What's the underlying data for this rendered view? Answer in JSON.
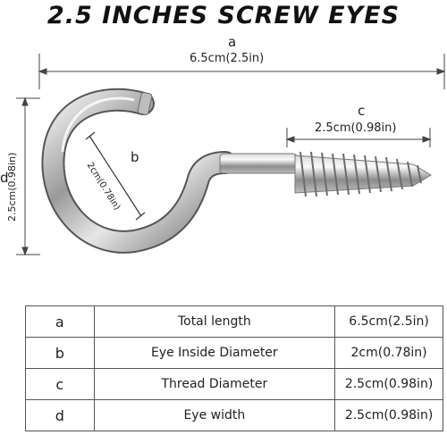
{
  "title": "2.5  INCHES SCREW EYES",
  "dimensions": {
    "a": {
      "letter": "a",
      "value": "6.5cm(2.5in)"
    },
    "b": {
      "letter": "b",
      "value": "2cm(0.78in)"
    },
    "c": {
      "letter": "c",
      "value": "2.5cm(0.98in)"
    },
    "d": {
      "letter": "d",
      "value": "2.5cm(0.98in)"
    }
  },
  "table": {
    "rows": [
      {
        "key": "a",
        "name": "Total length",
        "value": "6.5cm(2.5in)"
      },
      {
        "key": "b",
        "name": "Eye Inside Diameter",
        "value": "2cm(0.78in)"
      },
      {
        "key": "c",
        "name": "Thread Diameter",
        "value": "2.5cm(0.98in)"
      },
      {
        "key": "d",
        "name": "Eye width",
        "value": "2.5cm(0.98in)"
      }
    ]
  }
}
